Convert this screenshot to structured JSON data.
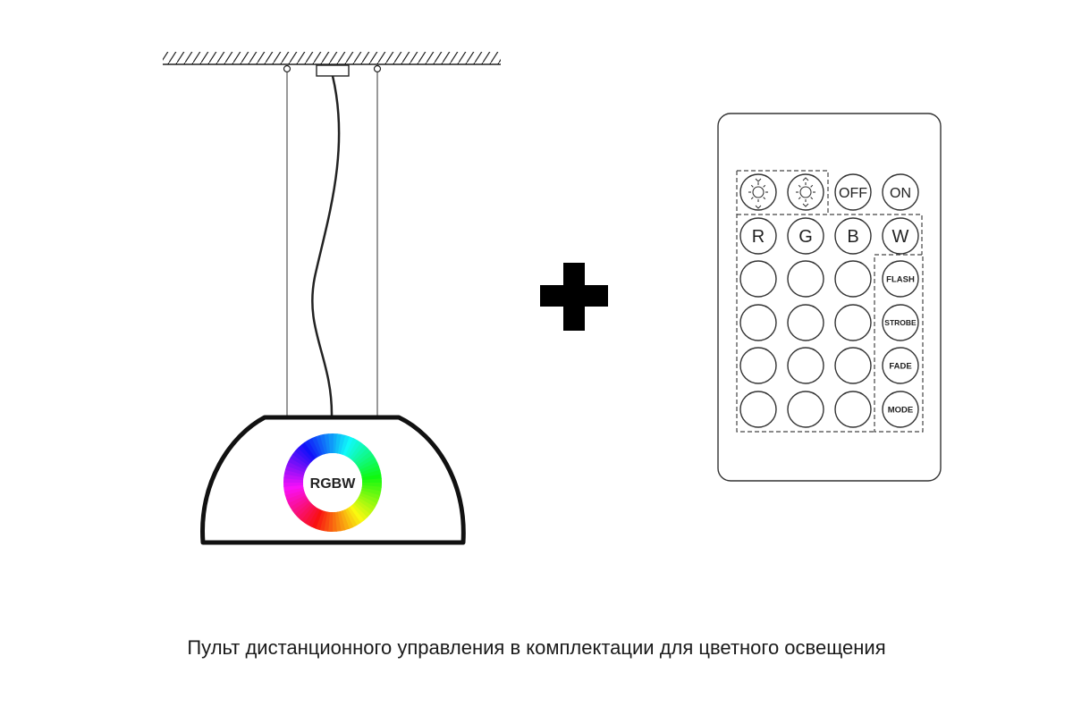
{
  "lamp": {
    "badge_label": "RGBW"
  },
  "remote": {
    "rows": [
      [
        {
          "type": "icon",
          "icon": "brightness-down-icon"
        },
        {
          "type": "icon",
          "icon": "brightness-up-icon"
        },
        {
          "type": "text",
          "label": "OFF"
        },
        {
          "type": "text",
          "label": "ON"
        }
      ],
      [
        {
          "type": "text",
          "label": "R"
        },
        {
          "type": "text",
          "label": "G"
        },
        {
          "type": "text",
          "label": "B"
        },
        {
          "type": "text",
          "label": "W"
        }
      ],
      [
        {
          "type": "blank"
        },
        {
          "type": "blank"
        },
        {
          "type": "blank"
        },
        {
          "type": "text",
          "label": "FLASH"
        }
      ],
      [
        {
          "type": "blank"
        },
        {
          "type": "blank"
        },
        {
          "type": "blank"
        },
        {
          "type": "text",
          "label": "STROBE"
        }
      ],
      [
        {
          "type": "blank"
        },
        {
          "type": "blank"
        },
        {
          "type": "blank"
        },
        {
          "type": "text",
          "label": "FADE"
        }
      ],
      [
        {
          "type": "blank"
        },
        {
          "type": "blank"
        },
        {
          "type": "blank"
        },
        {
          "type": "text",
          "label": "MODE"
        }
      ]
    ]
  },
  "plus_icon": "plus-icon",
  "caption": "Пульт дистанционного управления в комплектации для цветного освещения"
}
